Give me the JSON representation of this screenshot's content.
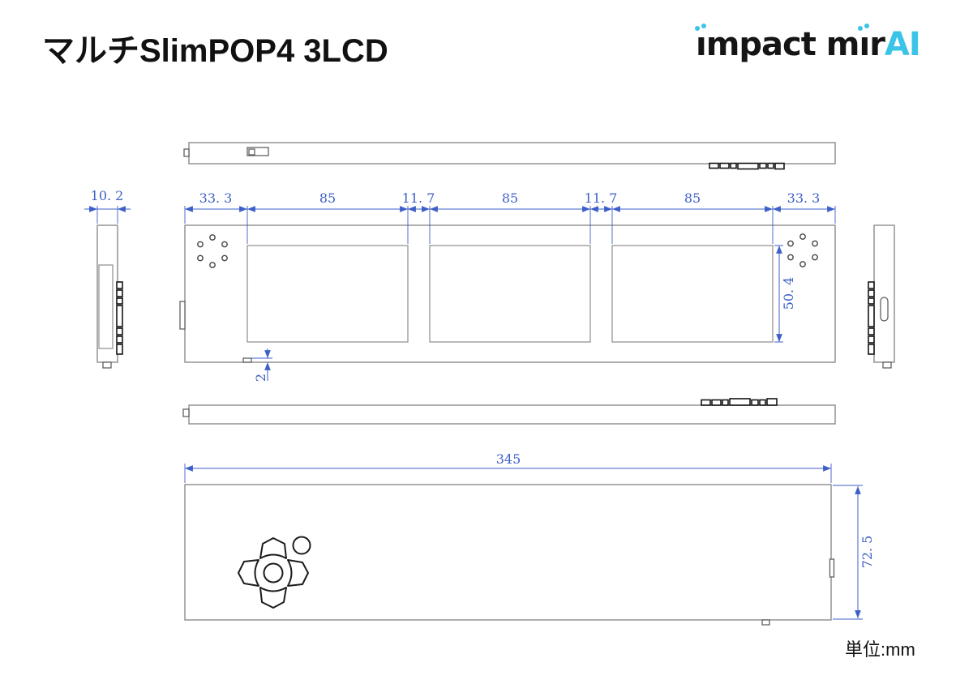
{
  "page": {
    "title": "マルチSlimPOP4 3LCD",
    "unit_label": "単位:mm"
  },
  "logo": {
    "i1": "ı",
    "seg1": "mpact m",
    "i2": "ı",
    "seg2": "r",
    "ai": "AI",
    "ai_color": "#3BC4E8"
  },
  "dimensions": {
    "side_thickness": "10. 2",
    "margin_left": "33. 3",
    "lcd1_width": "85",
    "gap1": "11. 7",
    "lcd2_width": "85",
    "gap2": "11. 7",
    "lcd3_width": "85",
    "margin_right": "33. 3",
    "lcd_height": "50. 4",
    "bottom_step": "2",
    "overall_width": "345",
    "overall_height": "72. 5"
  },
  "colors": {
    "dimension_blue": "#3D5FC8",
    "outline_gray": "#8C8C8C",
    "logo_cyan": "#3BC4E8",
    "text_black": "#111111"
  }
}
